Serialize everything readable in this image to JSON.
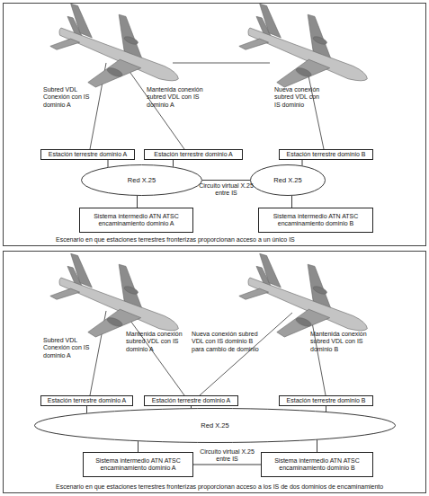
{
  "diagram": {
    "nodes": [
      {
        "text": [
          "Escenario en que estaciones terrestres fronterizas proporcionan acceso a un único IS"
        ]
      },
      {
        "text": [
          "Estación terrestre dominio A"
        ],
        "in": 0
      },
      {
        "text": [
          "Estación terrestre dominio A"
        ],
        "in": 0
      },
      {
        "text": [
          "Estación terrestre dominio B"
        ],
        "in": 0
      },
      {
        "text": [
          "Red X.25"
        ],
        "in": 0
      },
      {
        "text": [
          "Red X.25"
        ],
        "in": 0
      },
      {
        "text": [
          "Sistema intermedio ATN ATSC encaminamiento dominio A"
        ],
        "in": 0
      },
      {
        "text": [
          "Sistema intermedio ATN ATSC encaminamiento dominio B"
        ],
        "in": 0
      },
      {
        "text": [
          "Escenario en que estaciones terrestres fronterizas proporcionan acceso a los IS de dos dominios de encaminamiento"
        ]
      },
      {
        "text": [
          "Estación terrestre dominio A"
        ],
        "in": 8
      },
      {
        "text": [
          "Estación terrestre dominio A"
        ],
        "in": 8
      },
      {
        "text": [
          "Estación terrestre dominio B"
        ],
        "in": 8
      },
      {
        "text": [
          "Red X.25"
        ],
        "in": 8
      },
      {
        "text": [
          "Sistema intermedio ATN ATSC encaminamiento dominio A"
        ],
        "in": 8
      },
      {
        "text": [
          "Sistema intermedio ATN ATSC encaminamiento dominio B"
        ],
        "in": 8
      }
    ],
    "edges": [
      {
        "from": 1,
        "to": 4,
        "arrow": "none"
      },
      {
        "from": 2,
        "to": 4,
        "arrow": "none"
      },
      {
        "from": 3,
        "to": 5,
        "arrow": "none"
      },
      {
        "from": 4,
        "to": 6,
        "arrow": "none"
      },
      {
        "from": 5,
        "to": 7,
        "arrow": "none"
      },
      {
        "from": 4,
        "to": 5,
        "label": "Circuito virtual X.25 entre IS",
        "arrow": "none"
      },
      {
        "from": 9,
        "to": 12,
        "arrow": "none"
      },
      {
        "from": 10,
        "to": 12,
        "arrow": "none"
      },
      {
        "from": 11,
        "to": 12,
        "arrow": "none"
      },
      {
        "from": 12,
        "to": 13,
        "arrow": "none"
      },
      {
        "from": 12,
        "to": 14,
        "arrow": "none"
      },
      {
        "from": 13,
        "to": 14,
        "label": "Circuito virtual X.25 entre IS",
        "arrow": "none"
      }
    ],
    "labels": [
      "Subred VDL Conexión con IS dominio A",
      "Mantenida conexión subred VDL con IS dominio A",
      "Nueva conexión subred VDL con IS dominio",
      "Subred VDL Conexión con IS dominio A",
      "Mantenida conexión subred VDL con IS dominio A",
      "Nueva conexión subred VDL con IS dominio B para cambio de dominio",
      "Mantenida conexión subred VDL con IS dominio B"
    ]
  }
}
